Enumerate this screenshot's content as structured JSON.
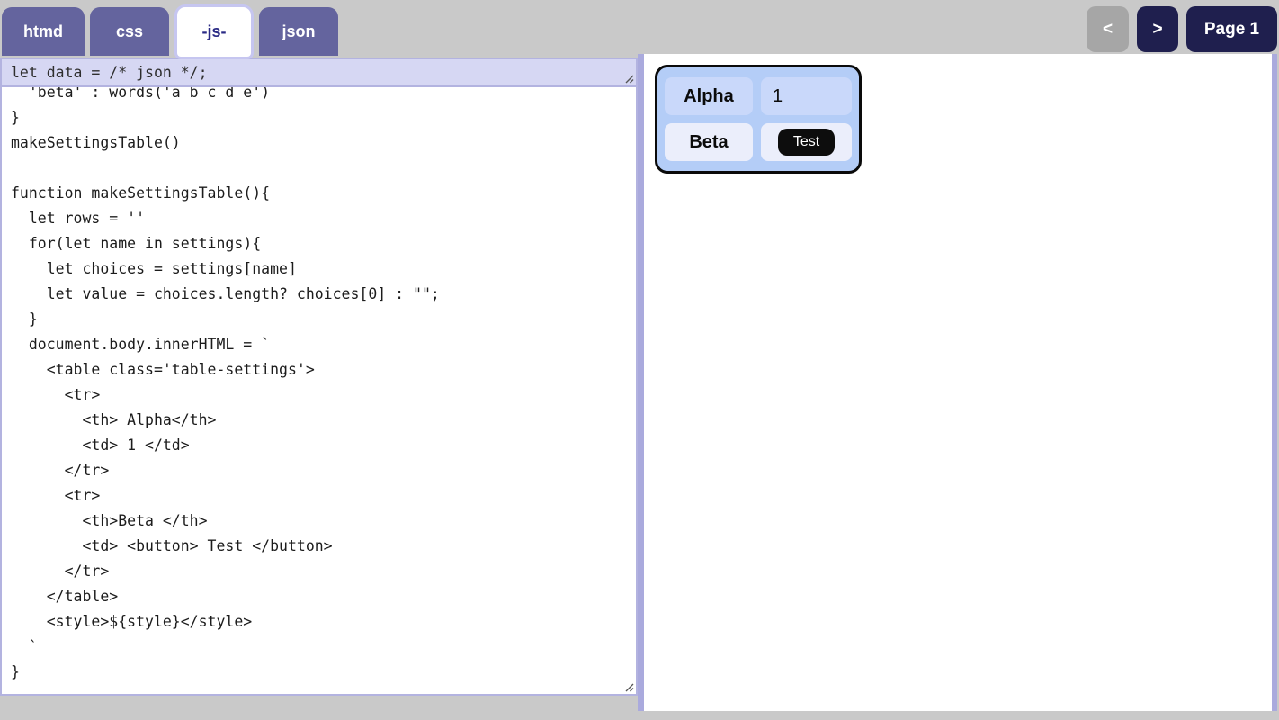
{
  "tabs": [
    {
      "label": "htmd",
      "active": false
    },
    {
      "label": "css",
      "active": false
    },
    {
      "label": "-js-",
      "active": true
    },
    {
      "label": "json",
      "active": false
    }
  ],
  "pager": {
    "prev_label": "<",
    "next_label": ">",
    "page_label": "Page 1"
  },
  "editor": {
    "data_textarea": "let data = /* json */;",
    "code_textarea": [
      "  'beta' : words('a b c d e')",
      "}",
      "makeSettingsTable()",
      "",
      "function makeSettingsTable(){",
      "  let rows = ''",
      "  for(let name in settings){",
      "    let choices = settings[name]",
      "    let value = choices.length? choices[0] : \"\";",
      "  }",
      "  document.body.innerHTML = `",
      "    <table class='table-settings'>",
      "      <tr>",
      "        <th> Alpha</th>",
      "        <td> 1 </td>",
      "      </tr>",
      "      <tr>",
      "        <th>Beta </th>",
      "        <td> <button> Test </button>",
      "      </tr>",
      "    </table>",
      "    <style>${style}</style>",
      "  `",
      "}"
    ]
  },
  "preview": {
    "table_rows": [
      {
        "header": "Alpha",
        "value": "1",
        "type": "text"
      },
      {
        "header": "Beta",
        "value": "Test",
        "type": "button"
      }
    ]
  },
  "colors": {
    "page_bg": "#c9c9c9",
    "tab_inactive_bg": "#64649e",
    "tab_active_text": "#2a2a85",
    "nav_button_bg": "#1f1f4e",
    "nav_button_disabled_bg": "#a6a6a6",
    "panel_divider": "#aaaadd",
    "data_textarea_bg": "#d6d7f3",
    "textarea_border": "#b3b3e0",
    "preview_table_bg": "#b4cdf7",
    "preview_cell_row1_bg": "#c9d8fa",
    "preview_cell_row2_bg": "#ebeefb",
    "test_button_bg": "#0d0d0d"
  }
}
